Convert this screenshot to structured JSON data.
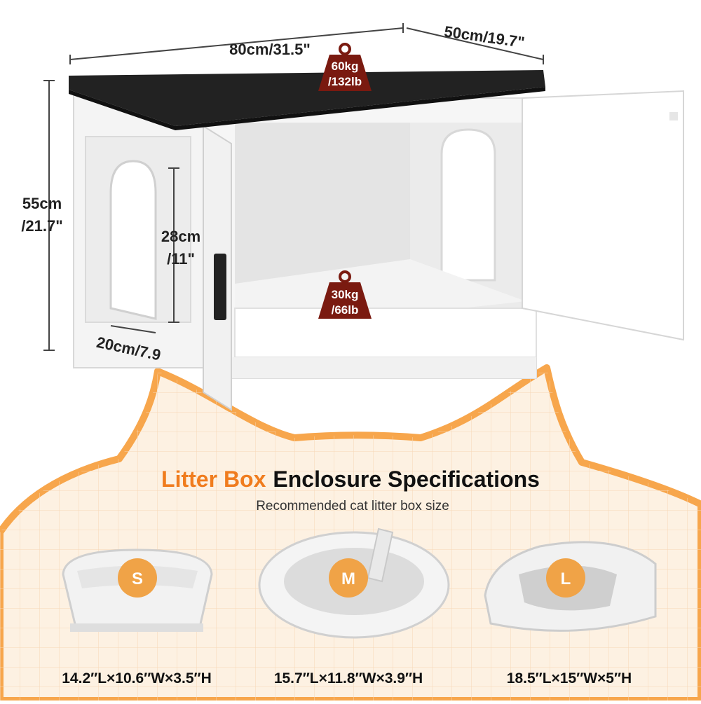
{
  "dimensions": {
    "width": "80cm/31.5\"",
    "depth": "50cm/19.7\"",
    "height_cm": "55cm",
    "height_in": "/21.7\"",
    "opening_height_cm": "28cm",
    "opening_height_in": "/11\"",
    "opening_width": "20cm/7.9"
  },
  "weights": {
    "top_kg": "60kg",
    "top_lb": "/132lb",
    "shelf_kg": "30kg",
    "shelf_lb": "/66lb"
  },
  "heading": {
    "accent": "Litter Box",
    "rest": "Enclosure Specifications",
    "subtitle": "Recommended cat litter box size"
  },
  "boxes": [
    {
      "size": "S",
      "spec": "14.2′′L×10.6′′W×3.5′′H"
    },
    {
      "size": "M",
      "spec": "15.7′′L×11.8′′W×3.9′′H"
    },
    {
      "size": "L",
      "spec": "18.5′′L×15′′W×5′′H"
    }
  ],
  "colors": {
    "accent": "#f07c1e",
    "weight_badge": "#7a1a10",
    "size_badge": "#f0a347",
    "panel": "#fdf1e2",
    "top": "#222222"
  }
}
